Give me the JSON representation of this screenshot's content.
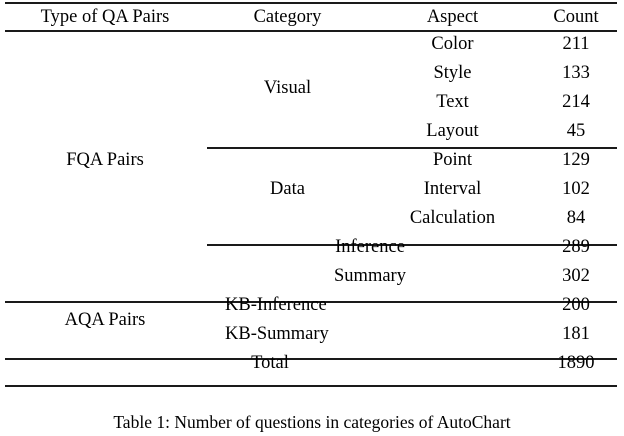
{
  "table": {
    "columns": [
      "Type of QA Pairs",
      "Category",
      "Aspect",
      "Count"
    ],
    "groups": [
      {
        "type": "FQA Pairs",
        "categories": [
          {
            "name": "Visual",
            "aspects": [
              {
                "aspect": "Color",
                "count": "211"
              },
              {
                "aspect": "Style",
                "count": "133"
              },
              {
                "aspect": "Text",
                "count": "214"
              },
              {
                "aspect": "Layout",
                "count": "45"
              }
            ]
          },
          {
            "name": "Data",
            "aspects": [
              {
                "aspect": "Point",
                "count": "129"
              },
              {
                "aspect": "Interval",
                "count": "102"
              },
              {
                "aspect": "Calculation",
                "count": "84"
              }
            ]
          },
          {
            "name": "Inference",
            "aspects": [],
            "count": "289"
          },
          {
            "name": "Summary",
            "aspects": [],
            "count": "302"
          }
        ]
      },
      {
        "type": "AQA Pairs",
        "categories": [
          {
            "name": "KB-Inference",
            "aspects": [],
            "count": "200"
          },
          {
            "name": "KB-Summary",
            "aspects": [],
            "count": "181"
          }
        ]
      }
    ],
    "total": {
      "label": "Total",
      "count": "1890"
    }
  },
  "caption": {
    "text": "Table 1: Number of questions in categories of AutoChart"
  }
}
